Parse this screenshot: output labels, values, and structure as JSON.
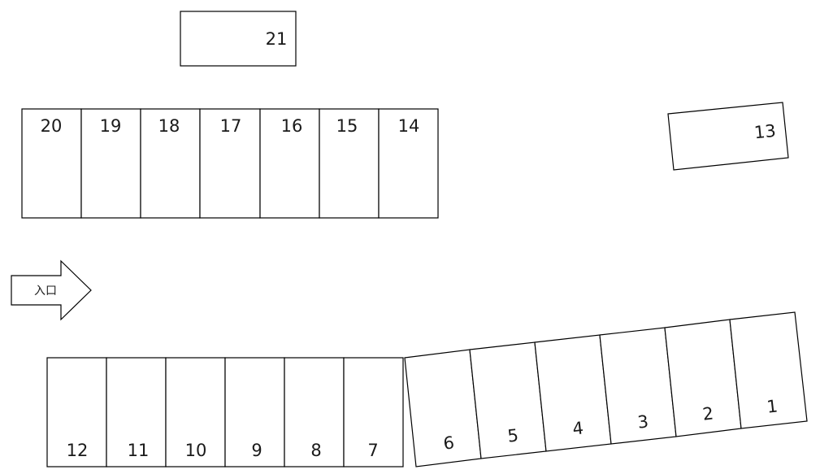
{
  "stalls": {
    "s1": "1",
    "s2": "2",
    "s3": "3",
    "s4": "4",
    "s5": "5",
    "s6": "6",
    "s7": "7",
    "s8": "8",
    "s9": "9",
    "s10": "10",
    "s11": "11",
    "s12": "12",
    "s13": "13",
    "s14": "14",
    "s15": "15",
    "s16": "16",
    "s17": "17",
    "s18": "18",
    "s19": "19",
    "s20": "20",
    "s21": "21"
  },
  "entrance": {
    "label": "入口"
  }
}
